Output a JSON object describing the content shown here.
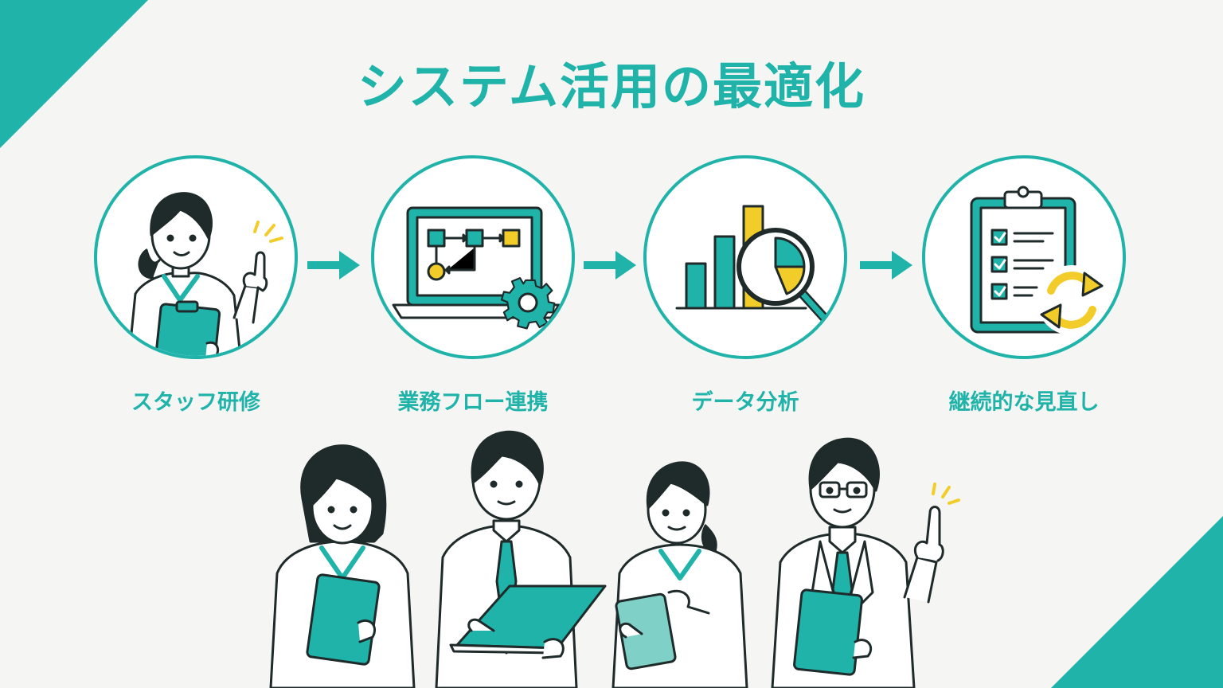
{
  "title": "システム活用の最適化",
  "colors": {
    "accent": "#1fb3aa",
    "highlight": "#f2cd2a",
    "outline": "#1f2a2a",
    "background": "#f5f5f3"
  },
  "steps": [
    {
      "label": "スタッフ研修",
      "icon": "nurse-pointing-icon"
    },
    {
      "label": "業務フロー連携",
      "icon": "laptop-flowchart-gear-icon"
    },
    {
      "label": "データ分析",
      "icon": "bar-chart-magnifier-icon"
    },
    {
      "label": "継続的な見直し",
      "icon": "clipboard-checklist-refresh-icon"
    }
  ],
  "people": [
    {
      "role": "nurse-with-clipboard"
    },
    {
      "role": "staff-with-laptop"
    },
    {
      "role": "nurse-with-tablet"
    },
    {
      "role": "doctor-pointing"
    }
  ]
}
